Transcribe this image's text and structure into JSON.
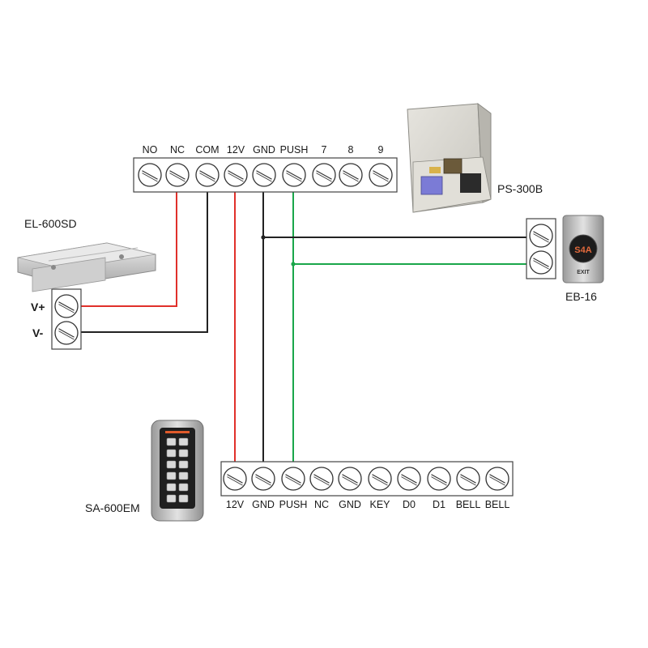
{
  "devices": {
    "lock": "EL-600SD",
    "power_supply": "PS-300B",
    "exit_button": "EB-16",
    "keypad": "SA-600EM"
  },
  "psu_terminals": [
    "NO",
    "NC",
    "COM",
    "12V",
    "GND",
    "PUSH",
    "7",
    "8",
    "9"
  ],
  "keypad_terminals": [
    "12V",
    "GND",
    "PUSH",
    "NC",
    "GND",
    "KEY",
    "D0",
    "D1",
    "BELL",
    "BELL"
  ],
  "lock_terminals": [
    "V+",
    "V-"
  ],
  "exit_button_face": {
    "logo": "S4A",
    "caption": "EXIT"
  },
  "wire_colors": {
    "red": "#e0302a",
    "black": "#222222",
    "green": "#1aa64a"
  }
}
